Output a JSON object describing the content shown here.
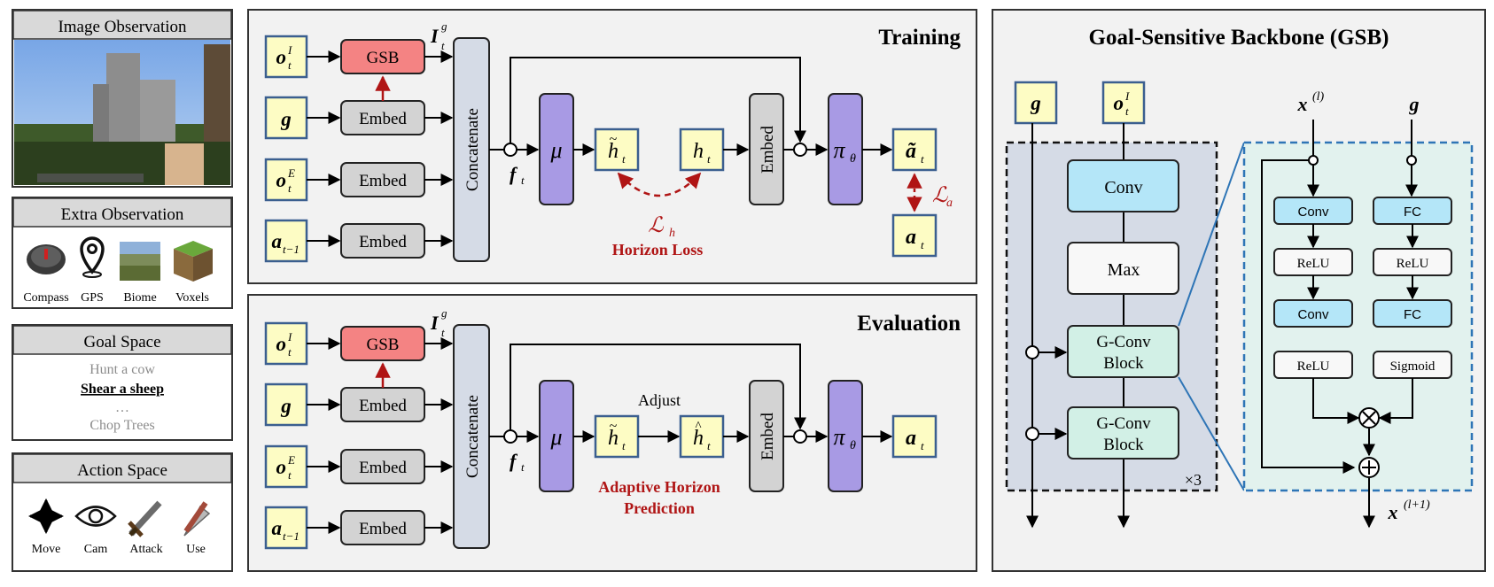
{
  "left": {
    "image_observation": {
      "title": "Image Observation"
    },
    "extra_observation": {
      "title": "Extra Observation",
      "items": [
        "Compass",
        "GPS",
        "Biome",
        "Voxels"
      ]
    },
    "goal_space": {
      "title": "Goal Space",
      "items": [
        "Hunt a cow",
        "Shear a sheep",
        "…",
        "Chop Trees"
      ]
    },
    "action_space": {
      "title": "Action Space",
      "items": [
        "Move",
        "Cam",
        "Attack",
        "Use"
      ]
    }
  },
  "training": {
    "title": "Training",
    "inputs": [
      "o",
      "g",
      "o",
      "a"
    ],
    "gsb": "GSB",
    "embed": "Embed",
    "concat": "Concatenate",
    "f": "f",
    "ig": "I",
    "mu": "μ",
    "h_tilde": "h",
    "h": "h",
    "pi": "π",
    "a_tilde": "ã",
    "a_t": "a",
    "loss_h": "ℒ",
    "loss_label": "Horizon Loss",
    "loss_a": "ℒ"
  },
  "evaluation": {
    "title": "Evaluation",
    "adjust": "Adjust",
    "pred_line1": "Adaptive Horizon",
    "pred_line2": "Prediction"
  },
  "gsb": {
    "title": "Goal-Sensitive Backbone (GSB)",
    "conv": "Conv",
    "max": "Max",
    "gconv1": "G-Conv",
    "gconv2": "Block",
    "times3": "×3",
    "x_in": "x",
    "x_out": "x",
    "g": "g",
    "block": {
      "conv": "Conv",
      "fc": "FC",
      "relu": "ReLU",
      "sigmoid": "Sigmoid"
    }
  },
  "colors": {
    "yellow": "#fdfcc4",
    "yellow_border": "#3b5f8f",
    "red_box": "#f48383",
    "gray_box": "#d3d3d3",
    "concat_box": "#d5dbe6",
    "purple": "#a89ae4",
    "cyan": "#b4e6f8",
    "teal": "#d2f0e6",
    "dark_red": "#b01515",
    "blue_line": "#2e75b6"
  }
}
